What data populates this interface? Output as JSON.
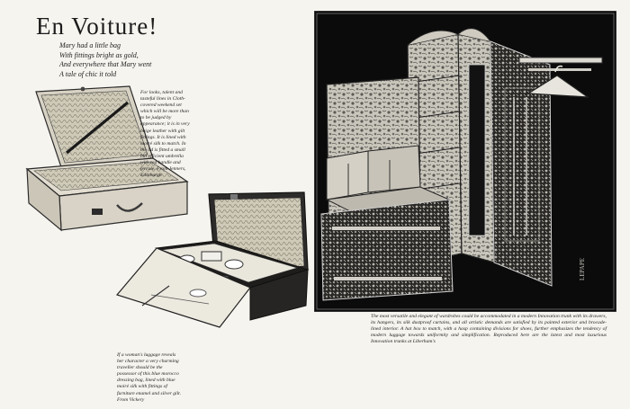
{
  "article": {
    "title": "En Voiture!",
    "poem": [
      "Mary had a little bag",
      "With fittings bright as gold,",
      "And everywhere that Mary went",
      "A tale of chic it told"
    ]
  },
  "captions": {
    "top": "For looks, talent and tasteful lines in Cloth-covered weekend set which will be more than to be judged by appearance; it is in very beige leather with gilt fittings. It is lined with moiré silk to match. In the lid is fitted a small but efficient umbrella with red handle and ferrule. From Jenners, Edinburgh",
    "bottom": "If a woman's luggage reveals her character a very charming traveller should be the possessor of this blue morocco dressing bag, lined with blue moiré silk with fittings of furniture enamel and silver gilt. From Vickery",
    "right": "The most versatile and elegant of wardrobes could be accommodated in a modern Innovation trunk with its drawers, its hangers, its silk dustproof curtains, and all artistic demands are satisfied by its painted exterior and brocade-lined interior. A hat box to match, with a hasp containing divisions for shoes, further emphasizes the tendency of modern luggage towards uniformity and simplification. Reproduced here are the latest and most luxurious Innovation trunks at Liberham's"
  },
  "illustrations": {
    "signature": "LEPAPE"
  },
  "colors": {
    "paper": "#f6f4ef",
    "ink": "#1c1c1c",
    "panel": "#0b0b0b",
    "pattern": "#b9b7ae"
  }
}
